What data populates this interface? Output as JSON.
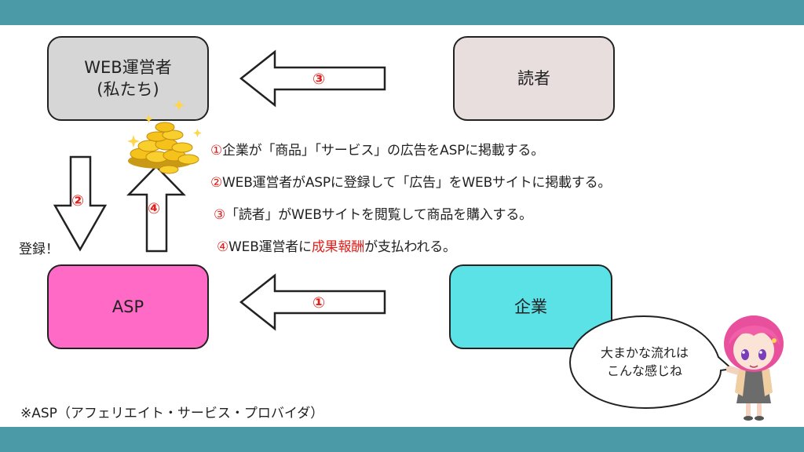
{
  "nodes": {
    "web_operator": {
      "line1": "WEB運営者",
      "line2": "(私たち)"
    },
    "reader": {
      "label": "読者"
    },
    "asp": {
      "label": "ASP"
    },
    "company": {
      "label": "企業"
    }
  },
  "arrow_numbers": {
    "n1": "①",
    "n2": "②",
    "n3": "③",
    "n4": "④"
  },
  "steps": [
    {
      "num": "①",
      "text": "企業が「商品」「サービス」の広告をASPに掲載する。"
    },
    {
      "num": "②",
      "text": "WEB運営者がASPに登録して「広告」をWEBサイトに掲載する。"
    },
    {
      "num": "③",
      "text": "「読者」がWEBサイトを閲覧して商品を購入する。"
    },
    {
      "num": "④",
      "text_before": "WEB運営者に",
      "highlight": "成果報酬",
      "text_after": "が支払われる。"
    }
  ],
  "register_label": "登録！",
  "footnote": "※ASP（アフェリエイト・サービス・プロバイダ）",
  "speech_bubble": {
    "line1": "大まかな流れは",
    "line2": "こんな感じね"
  },
  "colors": {
    "band": "#4a9aa8",
    "web_box": "#d6d6d6",
    "reader_box": "#e8dede",
    "asp_box": "#ff6ac6",
    "company_box": "#5ae2e6",
    "accent_red": "#e0201c"
  }
}
